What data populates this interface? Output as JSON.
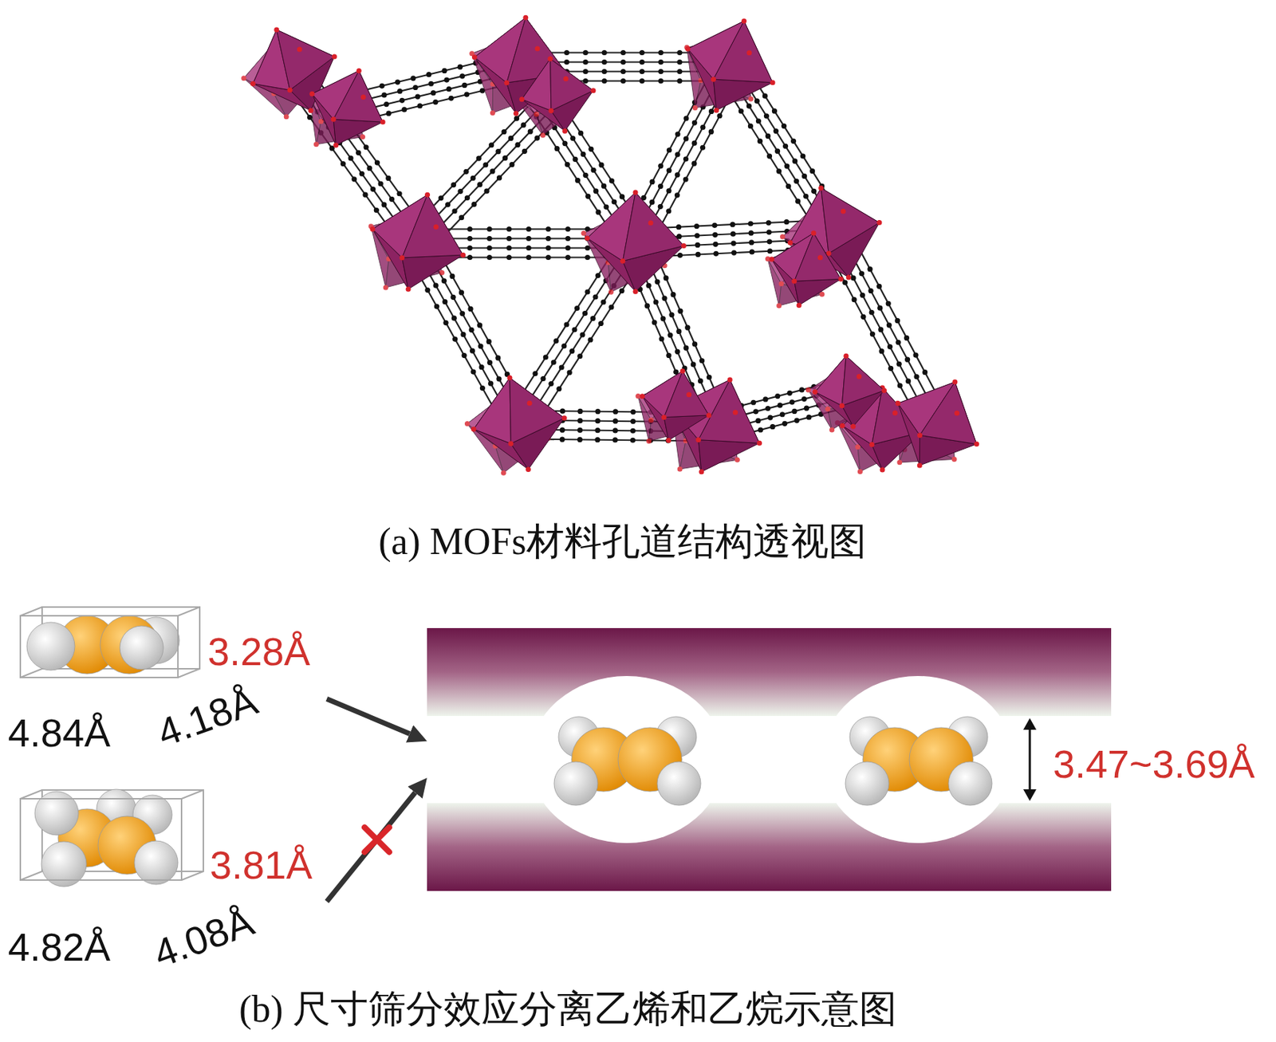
{
  "diagram": {
    "nodes": [
      {
        "text": [
          "3.28Å",
          "4.84Å",
          "4.18Å"
        ]
      },
      {
        "text": [
          "3.81Å",
          "4.82Å",
          "4.08Å"
        ]
      },
      {
        "text": [
          "3.47~3.69Å"
        ]
      }
    ],
    "edges": [
      {
        "from": 0,
        "to": 2,
        "arrow": "to"
      },
      {
        "from": 1,
        "to": 2,
        "arrow": "to"
      }
    ],
    "labels": [
      "(a) MOFs材料孔道结构透视图",
      "(b) 尺寸筛分效应分离乙烯和乙烷示意图"
    ]
  }
}
